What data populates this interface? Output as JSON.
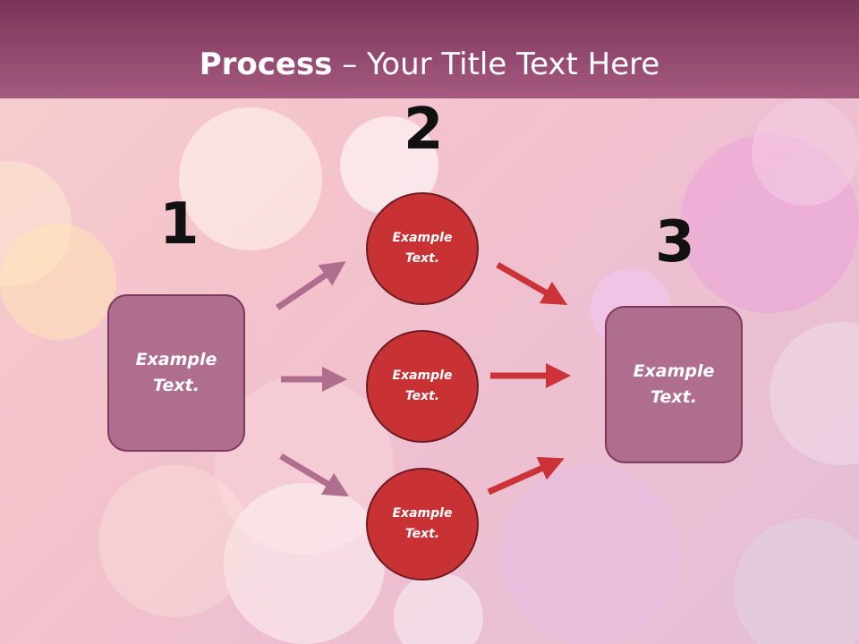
{
  "title": {
    "bold": "Process",
    "rest": " – Your Title Text Here"
  },
  "steps": [
    {
      "number": "1",
      "label": "Example\nText."
    },
    {
      "number": "2",
      "label": "Example\nText."
    },
    {
      "number": "3",
      "label": "Example\nText."
    }
  ],
  "circles": [
    {
      "label": "Example\nText."
    },
    {
      "label": "Example\nText."
    },
    {
      "label": "Example\nText."
    }
  ],
  "colors": {
    "title_bar": "#8a4066",
    "box_fill": "#b06e8e",
    "circle_fill": "#c93234",
    "left_arrow": "#b06e8e",
    "right_arrow": "#cc3338"
  }
}
